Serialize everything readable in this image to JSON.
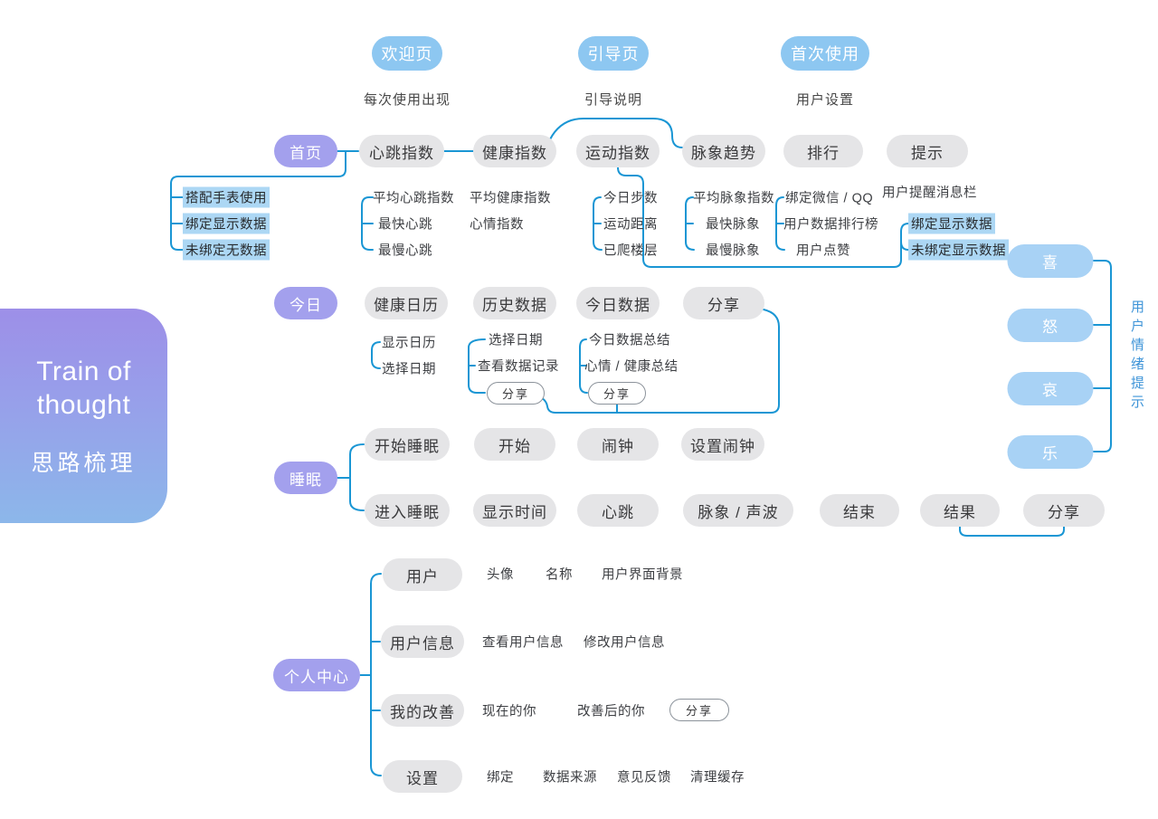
{
  "brand": {
    "en1": "Train of",
    "en2": "thought",
    "zh": "思路梳理"
  },
  "top": {
    "items": [
      {
        "label": "欢迎页",
        "caption": "每次使用出现"
      },
      {
        "label": "引导页",
        "caption": "引导说明"
      },
      {
        "label": "首次使用",
        "caption": "用户设置"
      }
    ]
  },
  "home": {
    "label": "首页",
    "pills": [
      "心跳指数",
      "健康指数",
      "运动指数",
      "脉象趋势",
      "排行",
      "提示"
    ],
    "watch_notes": [
      "搭配手表使用",
      "绑定显示数据",
      "未绑定无数据"
    ],
    "heart": [
      "平均心跳指数",
      "最快心跳",
      "最慢心跳"
    ],
    "health": [
      "平均健康指数",
      "心情指数"
    ],
    "sport": [
      "今日步数",
      "运动距离",
      "已爬楼层"
    ],
    "pulse": [
      "平均脉象指数",
      "最快脉象",
      "最慢脉象"
    ],
    "rank": [
      "绑定微信 / QQ",
      "用户数据排行榜",
      "用户点赞"
    ],
    "tip_note": "用户提醒消息栏",
    "bind_notes": [
      "绑定显示数据",
      "未绑定显示数据"
    ]
  },
  "today": {
    "label": "今日",
    "pills": [
      "健康日历",
      "历史数据",
      "今日数据",
      "分享"
    ],
    "calendar": [
      "显示日历",
      "选择日期"
    ],
    "history": [
      "选择日期",
      "查看数据记录"
    ],
    "history_share": "分享",
    "today_data": [
      "今日数据总结",
      "心情 / 健康总结"
    ],
    "today_share": "分享"
  },
  "sleep": {
    "label": "睡眠",
    "row1": [
      "开始睡眠",
      "开始",
      "闹钟",
      "设置闹钟"
    ],
    "row2": [
      "进入睡眠",
      "显示时间",
      "心跳",
      "脉象 / 声波",
      "结束",
      "结果",
      "分享"
    ]
  },
  "profile": {
    "label": "个人中心",
    "sections": [
      {
        "pill": "用户",
        "items": [
          "头像",
          "名称",
          "用户界面背景"
        ]
      },
      {
        "pill": "用户信息",
        "items": [
          "查看用户信息",
          "修改用户信息"
        ]
      },
      {
        "pill": "我的改善",
        "items": [
          "现在的你",
          "改善后的你"
        ],
        "share": "分享"
      },
      {
        "pill": "设置",
        "items": [
          "绑定",
          "数据来源",
          "意见反馈",
          "清理缓存"
        ]
      }
    ]
  },
  "emotions": {
    "pills": [
      "喜",
      "怒",
      "哀",
      "乐"
    ],
    "note": "用户情绪提示"
  },
  "colors": {
    "connector": "#1A96D4",
    "purple_node": "#A3A0ED",
    "blue_node": "#8DC7F1",
    "emotion_node": "#A8D2F5",
    "gray_node": "#E5E5E7",
    "highlight": "#ACD7F4",
    "brand_gradient_top": "#9D8FE8",
    "brand_gradient_bottom": "#8CB7EA"
  }
}
